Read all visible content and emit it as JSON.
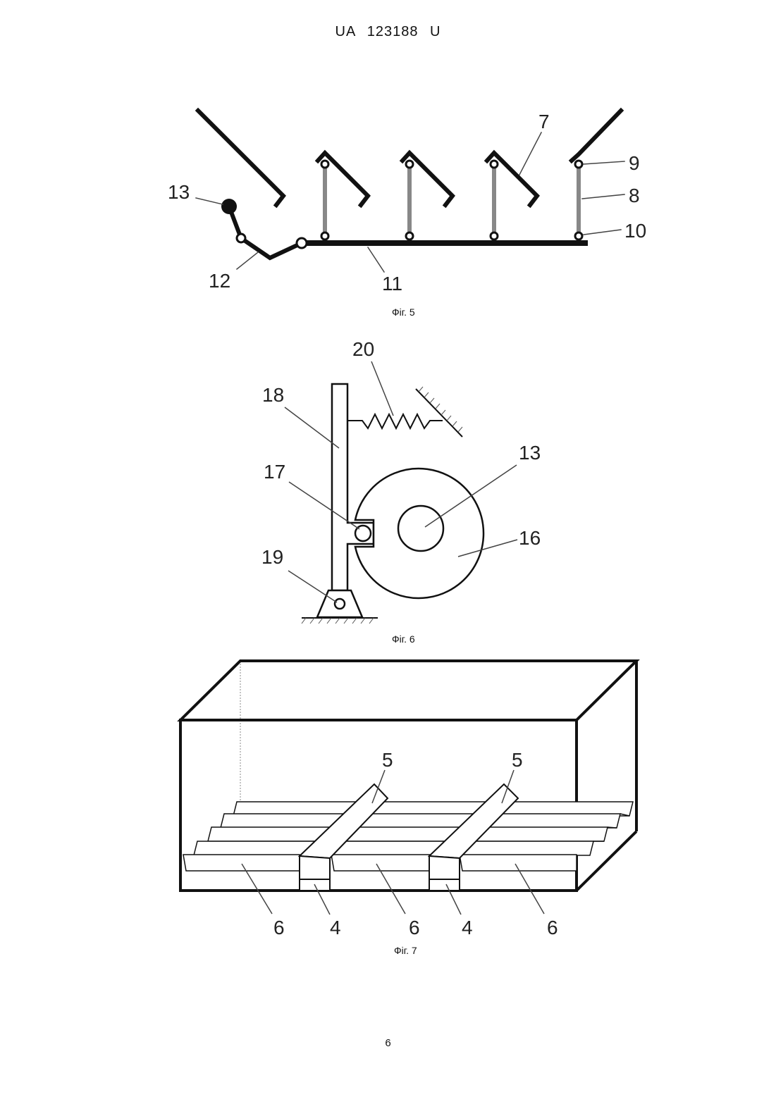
{
  "header": {
    "doc_number": "UA   123188   U"
  },
  "page_number": "6",
  "figures": [
    {
      "caption": "Фіг. 5",
      "labels": {
        "l13": "13",
        "l12": "12",
        "l11": "11",
        "l7": "7",
        "l9": "9",
        "l8": "8",
        "l10": "10"
      }
    },
    {
      "caption": "Фіг. 6",
      "labels": {
        "l20": "20",
        "l18": "18",
        "l17": "17",
        "l13": "13",
        "l16": "16",
        "l19": "19"
      }
    },
    {
      "caption": "Фіг. 7",
      "labels": {
        "l5a": "5",
        "l5b": "5",
        "l6a": "6",
        "l4a": "4",
        "l6b": "6",
        "l4b": "4",
        "l6c": "6"
      }
    }
  ]
}
